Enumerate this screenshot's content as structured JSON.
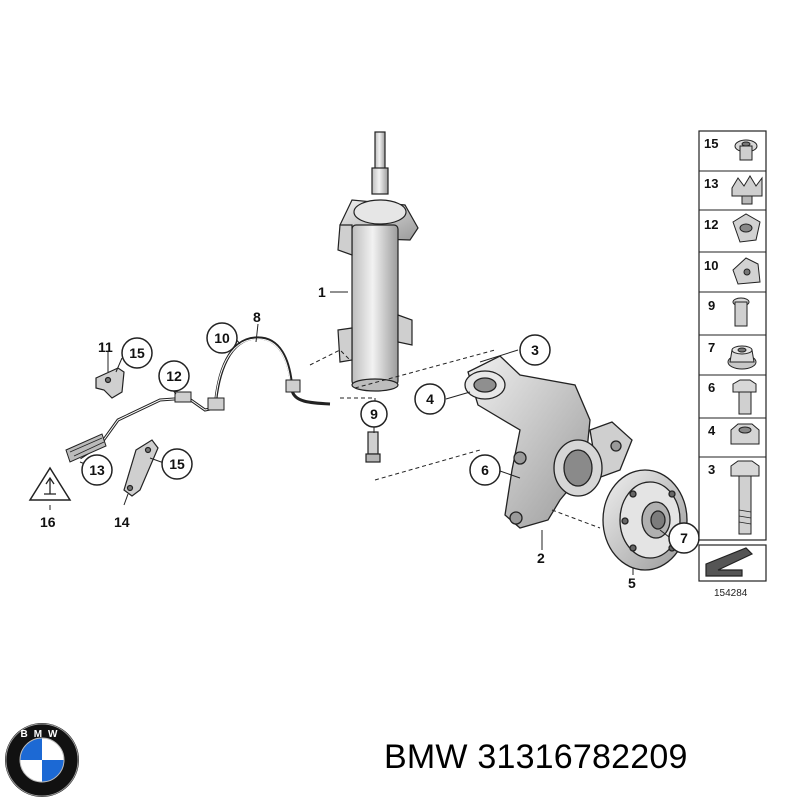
{
  "diagram": {
    "callouts": {
      "c1": "1",
      "c2": "2",
      "c3": "3",
      "c4": "4",
      "c5": "5",
      "c6": "6",
      "c7": "7",
      "c8": "8",
      "c9": "9",
      "c10": "10",
      "c11": "11",
      "c12": "12",
      "c13": "13",
      "c14": "14",
      "c15a": "15",
      "c15b": "15",
      "c16": "16"
    },
    "legend": [
      {
        "num": "15",
        "icon": "torx-bolt-icon"
      },
      {
        "num": "13",
        "icon": "cable-clip-icon"
      },
      {
        "num": "12",
        "icon": "grommet-icon"
      },
      {
        "num": "10",
        "icon": "bracket-clip-icon"
      },
      {
        "num": "9",
        "icon": "short-bolt-icon"
      },
      {
        "num": "7",
        "icon": "collar-nut-icon"
      },
      {
        "num": "6",
        "icon": "hex-bolt-icon"
      },
      {
        "num": "4",
        "icon": "hex-nut-icon"
      },
      {
        "num": "3",
        "icon": "long-bolt-icon"
      }
    ],
    "reference_number": "154284"
  },
  "footer": {
    "logo_letters": "BMW",
    "brand": "BMW",
    "part_number": "31316782209"
  },
  "colors": {
    "line": "#222222",
    "part_fill": "#d9d9d9",
    "part_shade": "#a8a8a8",
    "logo_blue": "#1c69d4"
  }
}
